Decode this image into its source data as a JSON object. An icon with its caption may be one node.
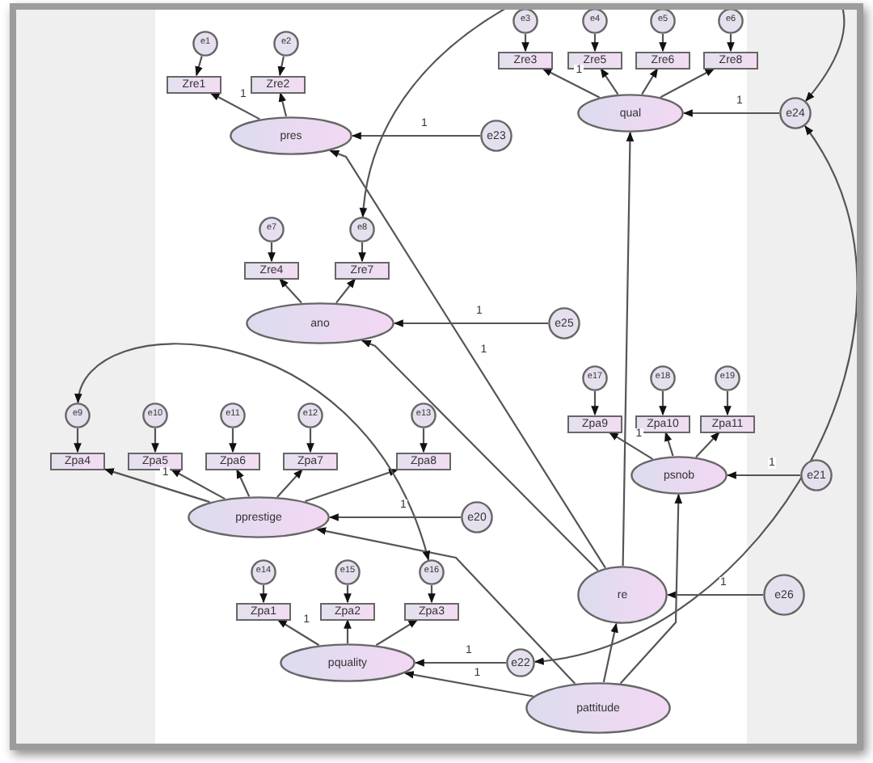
{
  "diagram": {
    "nodes": [
      {
        "text": [
          "e1"
        ]
      },
      {
        "text": [
          "e2"
        ]
      },
      {
        "text": [
          "e3"
        ]
      },
      {
        "text": [
          "e4"
        ]
      },
      {
        "text": [
          "e5"
        ]
      },
      {
        "text": [
          "e6"
        ]
      },
      {
        "text": [
          "Zre1"
        ]
      },
      {
        "text": [
          "Zre2"
        ]
      },
      {
        "text": [
          "Zre3"
        ]
      },
      {
        "text": [
          "Zre5"
        ]
      },
      {
        "text": [
          "Zre6"
        ]
      },
      {
        "text": [
          "Zre8"
        ]
      },
      {
        "text": [
          "pres"
        ]
      },
      {
        "text": [
          "e23"
        ]
      },
      {
        "text": [
          "qual"
        ]
      },
      {
        "text": [
          "e24"
        ]
      },
      {
        "text": [
          "e7"
        ]
      },
      {
        "text": [
          "e8"
        ]
      },
      {
        "text": [
          "Zre4"
        ]
      },
      {
        "text": [
          "Zre7"
        ]
      },
      {
        "text": [
          "ano"
        ]
      },
      {
        "text": [
          "e25"
        ]
      },
      {
        "text": [
          "e17"
        ]
      },
      {
        "text": [
          "e18"
        ]
      },
      {
        "text": [
          "e19"
        ]
      },
      {
        "text": [
          "e9"
        ]
      },
      {
        "text": [
          "e10"
        ]
      },
      {
        "text": [
          "e11"
        ]
      },
      {
        "text": [
          "e12"
        ]
      },
      {
        "text": [
          "e13"
        ]
      },
      {
        "text": [
          "Zpa9"
        ]
      },
      {
        "text": [
          "Zpa10"
        ]
      },
      {
        "text": [
          "Zpa11"
        ]
      },
      {
        "text": [
          "Zpa4"
        ]
      },
      {
        "text": [
          "Zpa5"
        ]
      },
      {
        "text": [
          "Zpa6"
        ]
      },
      {
        "text": [
          "Zpa7"
        ]
      },
      {
        "text": [
          "Zpa8"
        ]
      },
      {
        "text": [
          "psnob"
        ]
      },
      {
        "text": [
          "e21"
        ]
      },
      {
        "text": [
          "pprestige"
        ]
      },
      {
        "text": [
          "e20"
        ]
      },
      {
        "text": [
          "e14"
        ]
      },
      {
        "text": [
          "e15"
        ]
      },
      {
        "text": [
          "e16"
        ]
      },
      {
        "text": [
          "re"
        ]
      },
      {
        "text": [
          "e26"
        ]
      },
      {
        "text": [
          "Zpa1"
        ]
      },
      {
        "text": [
          "Zpa2"
        ]
      },
      {
        "text": [
          "Zpa3"
        ]
      },
      {
        "text": [
          "pquality"
        ]
      },
      {
        "text": [
          "e22"
        ]
      },
      {
        "text": [
          "pattitude"
        ]
      }
    ],
    "edges": [
      {
        "from": 0,
        "to": 6,
        "arrow": "to"
      },
      {
        "from": 1,
        "to": 7,
        "arrow": "to"
      },
      {
        "from": 12,
        "to": 6,
        "arrow": "to",
        "label": "1"
      },
      {
        "from": 12,
        "to": 7,
        "arrow": "to"
      },
      {
        "from": 13,
        "to": 12,
        "arrow": "to",
        "label": "1"
      },
      {
        "from": 2,
        "to": 8,
        "arrow": "to"
      },
      {
        "from": 3,
        "to": 9,
        "arrow": "to"
      },
      {
        "from": 4,
        "to": 10,
        "arrow": "to"
      },
      {
        "from": 5,
        "to": 11,
        "arrow": "to"
      },
      {
        "from": 14,
        "to": 8,
        "arrow": "to",
        "label": "1"
      },
      {
        "from": 14,
        "to": 9,
        "arrow": "to"
      },
      {
        "from": 14,
        "to": 10,
        "arrow": "to"
      },
      {
        "from": 14,
        "to": 11,
        "arrow": "to"
      },
      {
        "from": 15,
        "to": 14,
        "arrow": "to",
        "label": "1"
      },
      {
        "from": 16,
        "to": 18,
        "arrow": "to"
      },
      {
        "from": 17,
        "to": 19,
        "arrow": "to"
      },
      {
        "from": 20,
        "to": 18,
        "arrow": "to"
      },
      {
        "from": 20,
        "to": 19,
        "arrow": "to"
      },
      {
        "from": 21,
        "to": 20,
        "arrow": "to",
        "label": "1"
      },
      {
        "from": 22,
        "to": 30,
        "arrow": "to"
      },
      {
        "from": 23,
        "to": 31,
        "arrow": "to"
      },
      {
        "from": 24,
        "to": 32,
        "arrow": "to"
      },
      {
        "from": 38,
        "to": 30,
        "arrow": "to",
        "label": "1"
      },
      {
        "from": 38,
        "to": 31,
        "arrow": "to"
      },
      {
        "from": 38,
        "to": 32,
        "arrow": "to"
      },
      {
        "from": 39,
        "to": 38,
        "arrow": "to",
        "label": "1"
      },
      {
        "from": 25,
        "to": 33,
        "arrow": "to"
      },
      {
        "from": 26,
        "to": 34,
        "arrow": "to"
      },
      {
        "from": 27,
        "to": 35,
        "arrow": "to"
      },
      {
        "from": 28,
        "to": 36,
        "arrow": "to"
      },
      {
        "from": 29,
        "to": 37,
        "arrow": "to"
      },
      {
        "from": 40,
        "to": 33,
        "arrow": "to",
        "label": "1"
      },
      {
        "from": 40,
        "to": 34,
        "arrow": "to"
      },
      {
        "from": 40,
        "to": 35,
        "arrow": "to"
      },
      {
        "from": 40,
        "to": 36,
        "arrow": "to"
      },
      {
        "from": 40,
        "to": 37,
        "arrow": "to"
      },
      {
        "from": 41,
        "to": 40,
        "arrow": "to",
        "label": "1"
      },
      {
        "from": 42,
        "to": 47,
        "arrow": "to"
      },
      {
        "from": 43,
        "to": 48,
        "arrow": "to"
      },
      {
        "from": 44,
        "to": 49,
        "arrow": "to"
      },
      {
        "from": 50,
        "to": 47,
        "arrow": "to",
        "label": "1"
      },
      {
        "from": 50,
        "to": 48,
        "arrow": "to"
      },
      {
        "from": 50,
        "to": 49,
        "arrow": "to"
      },
      {
        "from": 51,
        "to": 50,
        "arrow": "to",
        "label": "1"
      },
      {
        "from": 46,
        "to": 45,
        "arrow": "to",
        "label": "1"
      },
      {
        "from": 45,
        "to": 14,
        "arrow": "to"
      },
      {
        "from": 45,
        "to": 12,
        "arrow": "to",
        "label": "1"
      },
      {
        "from": 45,
        "to": 20,
        "arrow": "to"
      },
      {
        "from": 52,
        "to": 45,
        "arrow": "to"
      },
      {
        "from": 52,
        "to": 38,
        "arrow": "to"
      },
      {
        "from": 52,
        "to": 40,
        "arrow": "to"
      },
      {
        "from": 52,
        "to": 50,
        "arrow": "to",
        "label": "1"
      },
      {
        "from": 25,
        "to": 44,
        "arrow": "both"
      },
      {
        "from": 17,
        "to": 15,
        "arrow": "both"
      },
      {
        "from": 15,
        "to": 51,
        "arrow": "both"
      }
    ]
  }
}
